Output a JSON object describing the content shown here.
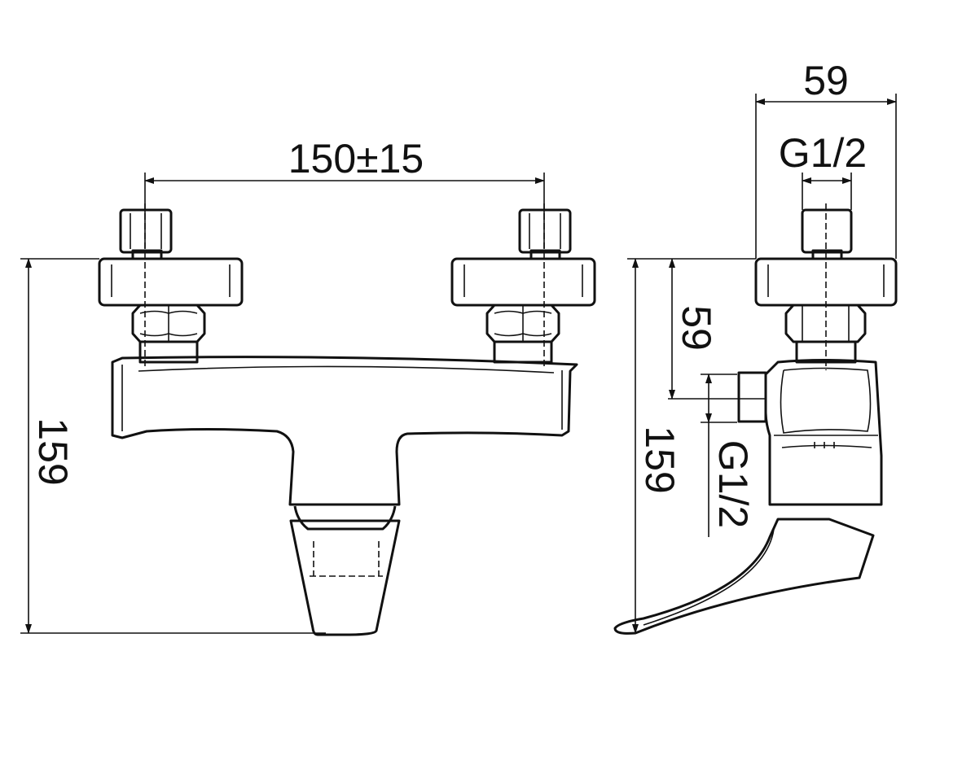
{
  "front_view": {
    "width_dimension": "150±15",
    "height_dimension": "159"
  },
  "side_view": {
    "depth_dimension": "59",
    "top_thread": "G1/2",
    "outlet_height_dimension": "59",
    "height_dimension": "159",
    "outlet_thread": "G1/2"
  },
  "colors": {
    "line": "#111111",
    "background": "#ffffff"
  }
}
